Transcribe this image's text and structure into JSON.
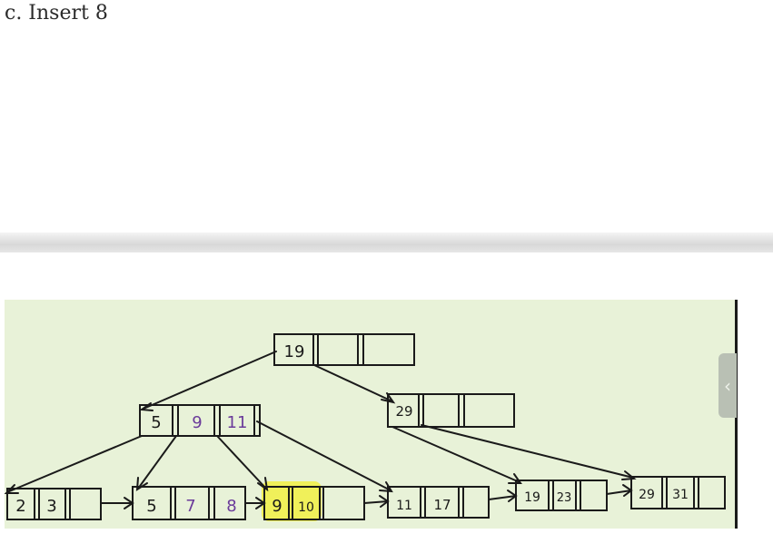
{
  "heading": "c. Insert 8",
  "tree": {
    "root": {
      "keys": [
        "19",
        "",
        ""
      ]
    },
    "left_internal": {
      "keys": [
        "5",
        "9",
        "11"
      ]
    },
    "right_internal": {
      "keys": [
        "29",
        "",
        ""
      ]
    },
    "leaves": [
      {
        "keys": [
          "2",
          "3",
          ""
        ]
      },
      {
        "keys": [
          "5",
          "7",
          "8"
        ]
      },
      {
        "keys": [
          "9",
          "10",
          ""
        ]
      },
      {
        "keys": [
          "11",
          "17",
          ""
        ]
      },
      {
        "keys": [
          "19",
          "23",
          ""
        ]
      },
      {
        "keys": [
          "29",
          "31",
          ""
        ]
      }
    ]
  },
  "colors": {
    "new_key": "#6a3a9a",
    "highlight": "#f0f05a",
    "ink": "#1a1a1a",
    "board": "#e8f2d8"
  },
  "side_tab_icon": "chevron-left-icon"
}
